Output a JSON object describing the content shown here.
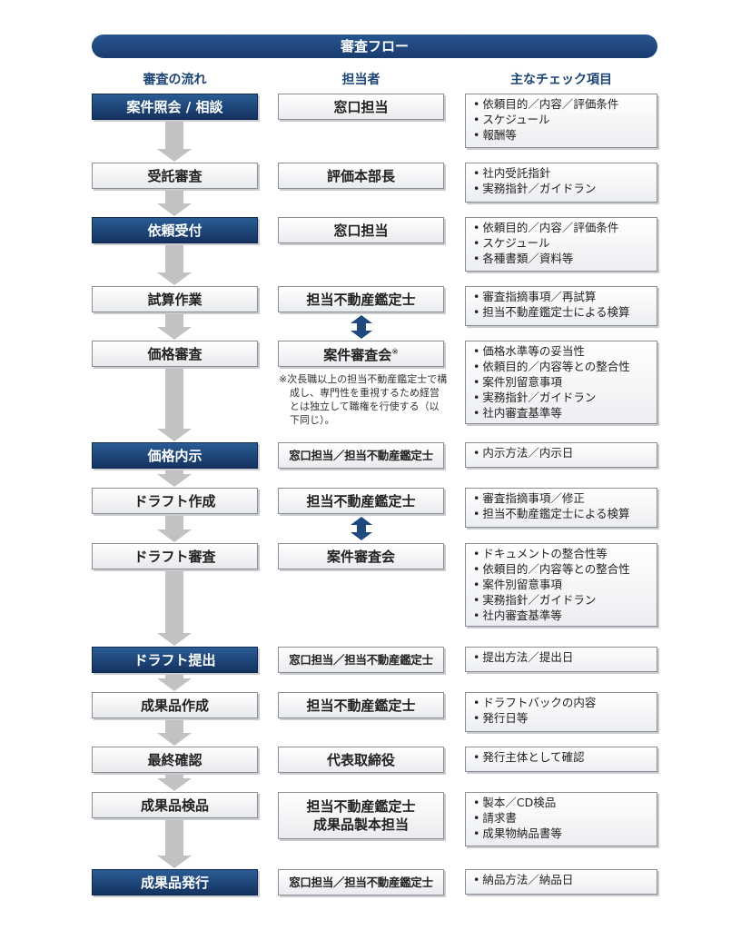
{
  "title": "審査フロー",
  "headers": {
    "flow": "審査の流れ",
    "person": "担当者",
    "checks": "主なチェック項目"
  },
  "steps": [
    {
      "label": "案件照会 / 相談",
      "style": "dark",
      "person": [
        "窓口担当"
      ],
      "checks": [
        "依頼目的／内容／評価条件",
        "スケジュール",
        "報酬等"
      ]
    },
    {
      "label": "受託審査",
      "style": "light",
      "person": [
        "評価本部長"
      ],
      "checks": [
        "社内受託指針",
        "実務指針／ガイドラン"
      ]
    },
    {
      "label": "依頼受付",
      "style": "dark",
      "person": [
        "窓口担当"
      ],
      "checks": [
        "依頼目的／内容／評価条件",
        "スケジュール",
        "各種書類／資料等"
      ]
    },
    {
      "label": "試算作業",
      "style": "light",
      "person": [
        "担当不動産鑑定士"
      ],
      "checks": [
        "審査指摘事項／再試算",
        "担当不動産鑑定士による検算"
      ]
    },
    {
      "label": "価格審査",
      "style": "light",
      "person": [
        "案件審査会"
      ],
      "person_mark": "※",
      "checks": [
        "価格水準等の妥当性",
        "依頼目的／内容等との整合性",
        "案件別留意事項",
        "実務指針／ガイドラン",
        "社内審査基準等"
      ]
    },
    {
      "label": "価格内示",
      "style": "dark",
      "person": [
        "窓口担当／担当不動産鑑定士"
      ],
      "checks": [
        "内示方法／内示日"
      ]
    },
    {
      "label": "ドラフト作成",
      "style": "light",
      "person": [
        "担当不動産鑑定士"
      ],
      "checks": [
        "審査指摘事項／修正",
        "担当不動産鑑定士による検算"
      ]
    },
    {
      "label": "ドラフト審査",
      "style": "light",
      "person": [
        "案件審査会"
      ],
      "checks": [
        "ドキュメントの整合性等",
        "依頼目的／内容等との整合性",
        "案件別留意事項",
        "実務指針／ガイドラン",
        "社内審査基準等"
      ]
    },
    {
      "label": "ドラフト提出",
      "style": "dark",
      "person": [
        "窓口担当／担当不動産鑑定士"
      ],
      "checks": [
        "提出方法／提出日"
      ]
    },
    {
      "label": "成果品作成",
      "style": "light",
      "person": [
        "担当不動産鑑定士"
      ],
      "checks": [
        "ドラフトバックの内容",
        "発行日等"
      ]
    },
    {
      "label": "最終確認",
      "style": "light",
      "person": [
        "代表取締役"
      ],
      "checks": [
        "発行主体として確認"
      ]
    },
    {
      "label": "成果品検品",
      "style": "light",
      "person": [
        "担当不動産鑑定士",
        "成果品製本担当"
      ],
      "checks": [
        "製本／CD検品",
        "請求書",
        "成果物納品書等"
      ]
    },
    {
      "label": "成果品発行",
      "style": "dark",
      "person": [
        "窓口担当／担当不動産鑑定士"
      ],
      "checks": [
        "納品方法／納品日"
      ]
    }
  ],
  "note": "※次長職以上の担当不動産鑑定士で構成し、専門性を重視するため経営とは独立して職権を行使する（以下同じ）。"
}
